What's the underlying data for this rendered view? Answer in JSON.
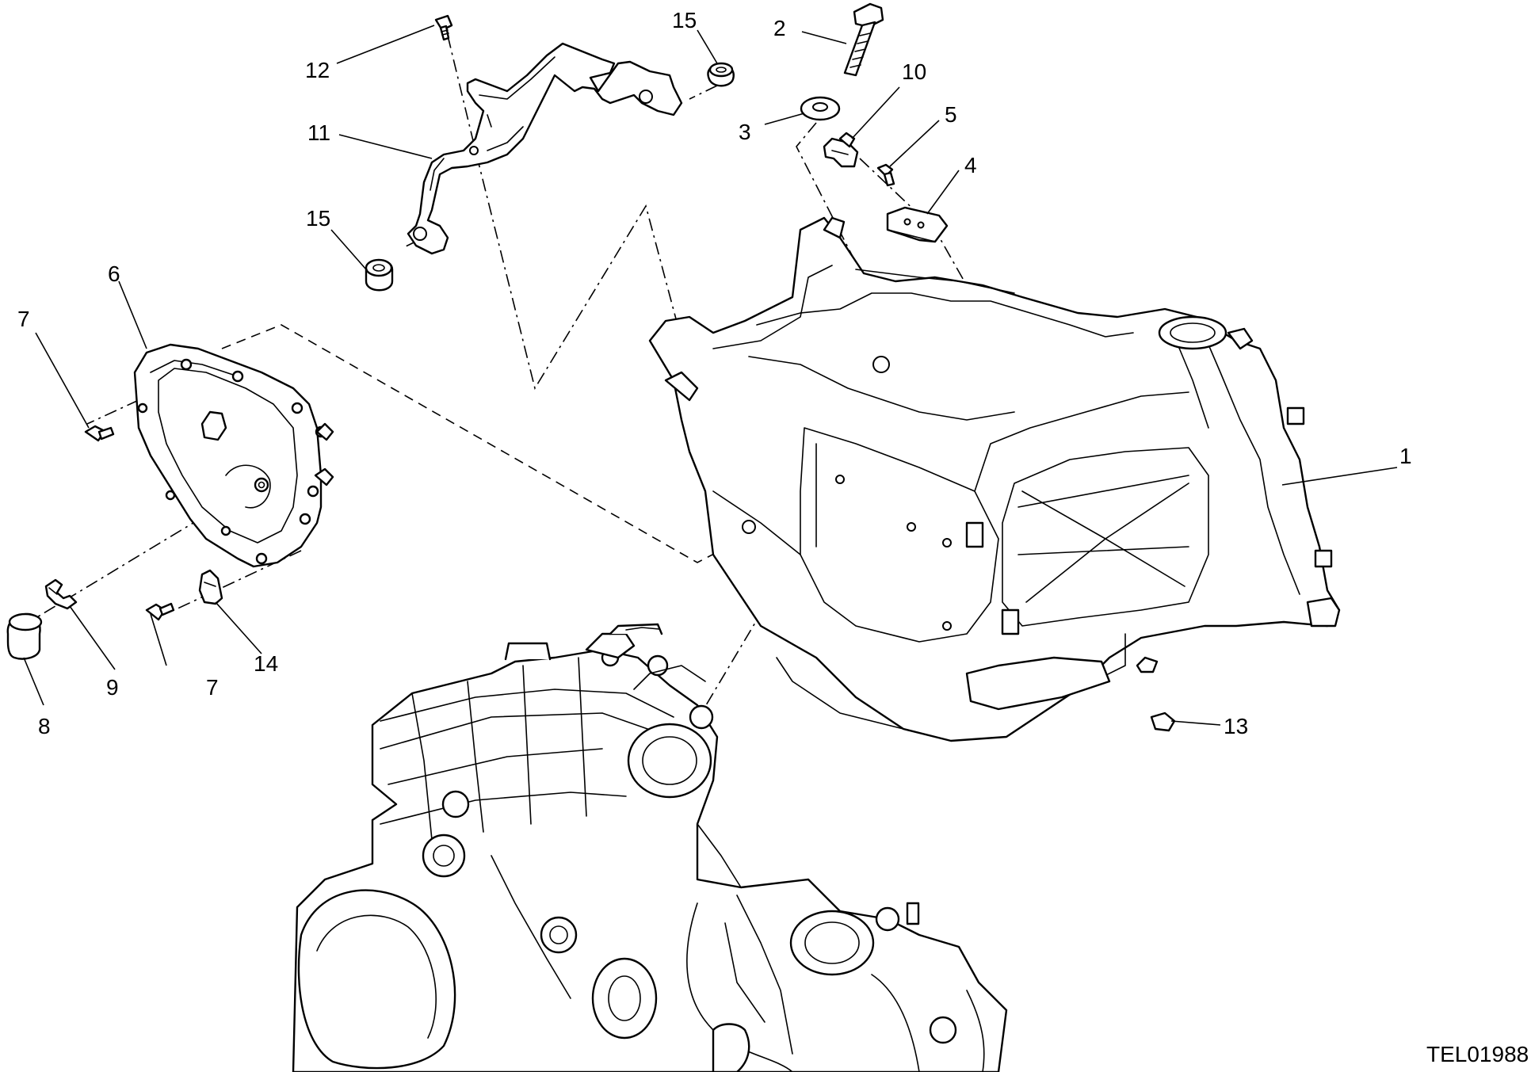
{
  "diagram": {
    "figure_code": "TEL01988",
    "callouts": [
      {
        "id": "label-1",
        "text": "1"
      },
      {
        "id": "label-2",
        "text": "2"
      },
      {
        "id": "label-3",
        "text": "3"
      },
      {
        "id": "label-4",
        "text": "4"
      },
      {
        "id": "label-5",
        "text": "5"
      },
      {
        "id": "label-6",
        "text": "6"
      },
      {
        "id": "label-7a",
        "text": "7"
      },
      {
        "id": "label-7b",
        "text": "7"
      },
      {
        "id": "label-8",
        "text": "8"
      },
      {
        "id": "label-9",
        "text": "9"
      },
      {
        "id": "label-10",
        "text": "10"
      },
      {
        "id": "label-11",
        "text": "11"
      },
      {
        "id": "label-12",
        "text": "12"
      },
      {
        "id": "label-13",
        "text": "13"
      },
      {
        "id": "label-14",
        "text": "14"
      },
      {
        "id": "label-15a",
        "text": "15"
      },
      {
        "id": "label-15b",
        "text": "15"
      }
    ]
  }
}
